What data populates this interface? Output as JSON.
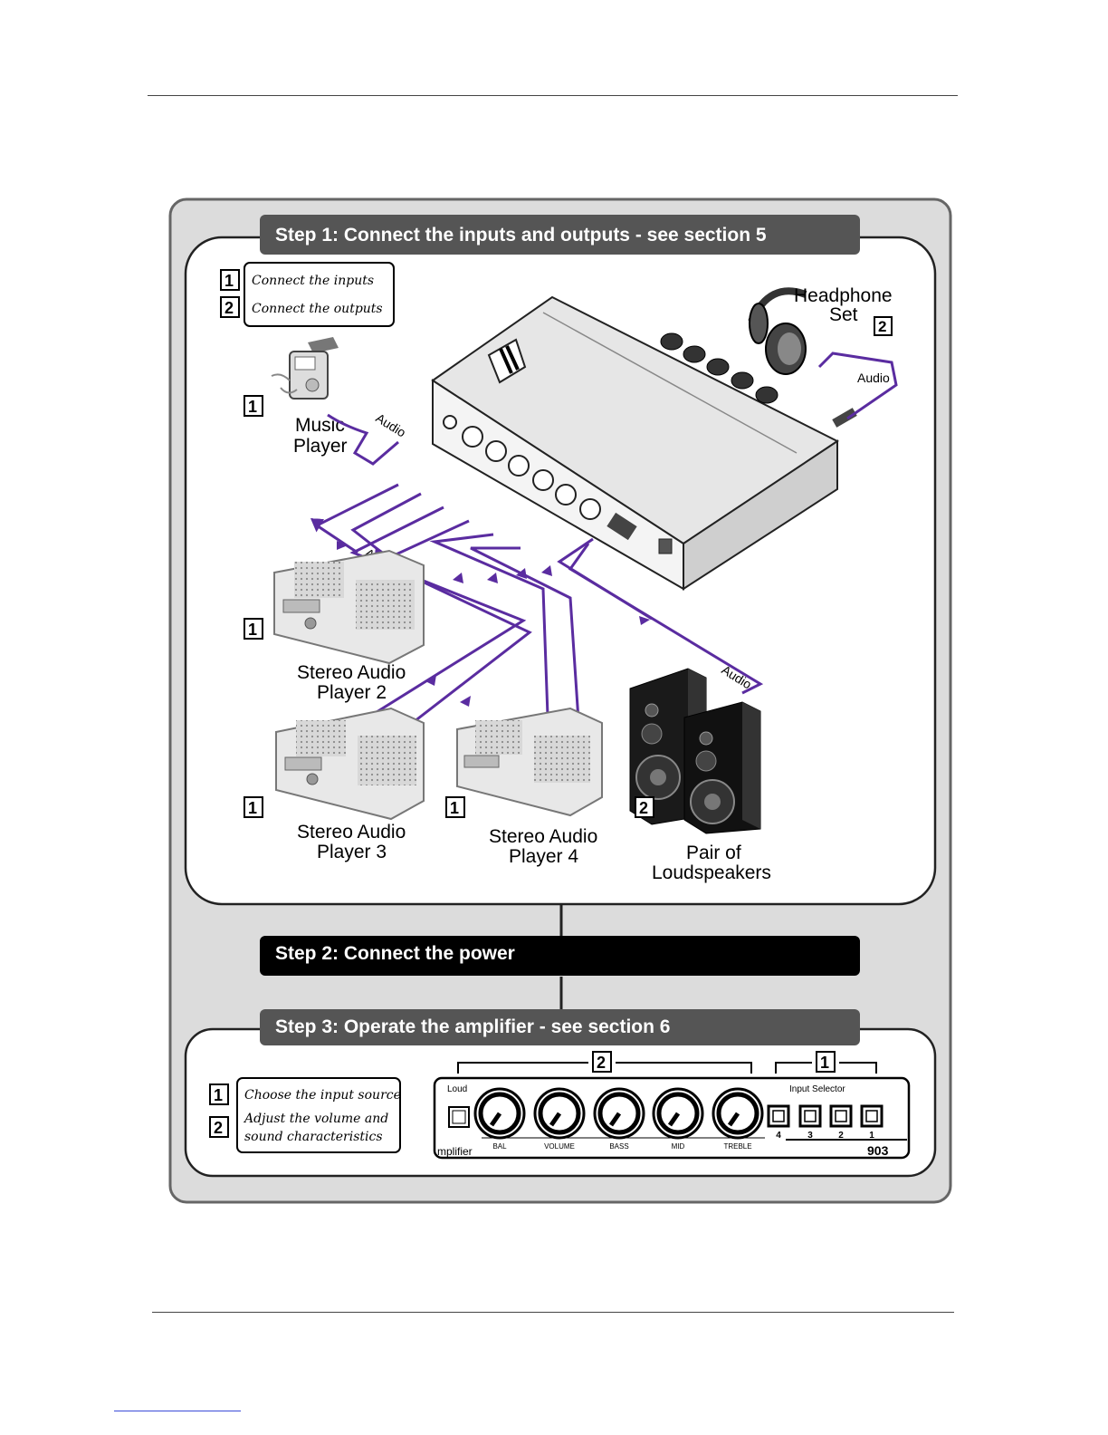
{
  "steps": [
    {
      "title": "Step 1: Connect the inputs and outputs - see section 5"
    },
    {
      "title": "Step 2: Connect the power"
    },
    {
      "title": "Step 3: Operate the amplifier - see section 6"
    }
  ],
  "step1_legend": [
    {
      "num": "1",
      "text": "Connect the inputs"
    },
    {
      "num": "2",
      "text": "Connect the outputs"
    }
  ],
  "step3_legend": [
    {
      "num": "1",
      "text": "Choose the input source"
    },
    {
      "num": "2",
      "text": "Adjust the volume and",
      "text2": "sound characteristics"
    }
  ],
  "devices": {
    "music_player": {
      "num": "1",
      "line1": "Music",
      "line2": "Player"
    },
    "headphone": {
      "num": "2",
      "line1": "Headphone",
      "line2": "Set"
    },
    "stereo2": {
      "num": "1",
      "line1": "Stereo Audio",
      "line2": "Player 2"
    },
    "stereo3": {
      "num": "1",
      "line1": "Stereo Audio",
      "line2": "Player 3"
    },
    "stereo4": {
      "num": "1",
      "line1": "Stereo Audio",
      "line2": "Player 4"
    },
    "speakers": {
      "num": "2",
      "line1": "Pair of",
      "line2": "Loudspeakers"
    }
  },
  "cable_label": "Audio",
  "panel": {
    "group_volume_num": "2",
    "group_input_num": "1",
    "loud_label": "Loud",
    "input_selector_label": "Input Selector",
    "knobs": [
      "BAL",
      "VOLUME",
      "BASS",
      "MID",
      "TREBLE"
    ],
    "buttons": [
      "4",
      "3",
      "2",
      "1"
    ],
    "brand_text": "mplifier",
    "model": "903"
  },
  "colors": {
    "cable": "#5a2ca0",
    "step_bar": "#555555",
    "step2_bar": "#000000",
    "frame_bg": "#dcdcdc",
    "panel_bg": "#ffffff"
  }
}
